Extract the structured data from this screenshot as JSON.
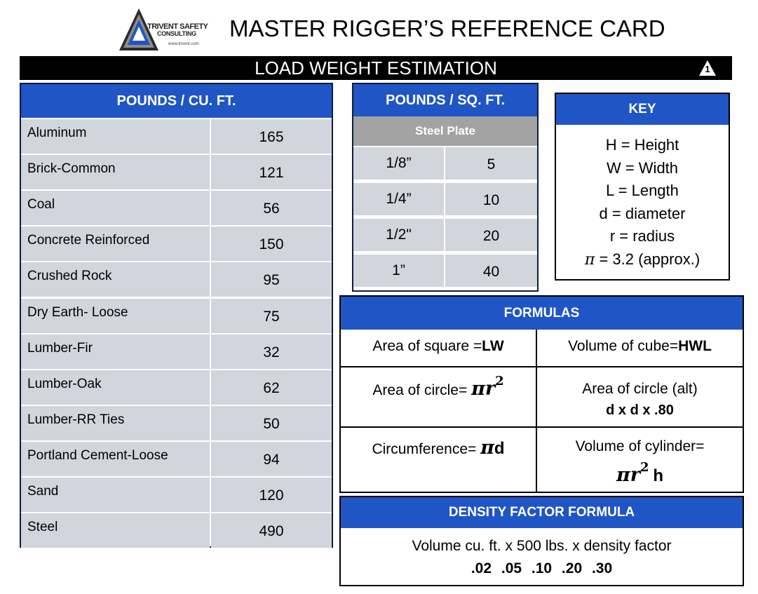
{
  "header": {
    "logo_brand_line1": "TRIVENT SAFETY",
    "logo_brand_line2": "CONSULTING",
    "logo_url": "www.trivent.com",
    "title": "MASTER RIGGER’S REFERENCE CARD"
  },
  "banner": {
    "title": "LOAD WEIGHT ESTIMATION",
    "badge": "1"
  },
  "pounds_cu_ft": {
    "heading": "POUNDS / CU. FT.",
    "rows": [
      {
        "material": "Aluminum",
        "value": "165"
      },
      {
        "material": "Brick-Common",
        "value": "121"
      },
      {
        "material": "Coal",
        "value": "56"
      },
      {
        "material": "Concrete Reinforced",
        "value": "150"
      },
      {
        "material": "Crushed Rock",
        "value": "95"
      },
      {
        "material": "Dry Earth- Loose",
        "value": "75"
      },
      {
        "material": "Lumber-Fir",
        "value": "32"
      },
      {
        "material": "Lumber-Oak",
        "value": "62"
      },
      {
        "material": "Lumber-RR Ties",
        "value": "50"
      },
      {
        "material": "Portland Cement-Loose",
        "value": "94"
      },
      {
        "material": "Sand",
        "value": "120"
      },
      {
        "material": "Steel",
        "value": "490"
      }
    ]
  },
  "pounds_sq_ft": {
    "heading": "POUNDS / SQ. FT.",
    "subheading": "Steel Plate",
    "rows": [
      {
        "thickness": "1/8”",
        "value": "5"
      },
      {
        "thickness": "1/4”",
        "value": "10"
      },
      {
        "thickness": "1/2\"",
        "value": "20"
      },
      {
        "thickness": "1”",
        "value": "40"
      }
    ]
  },
  "key": {
    "heading": "KEY",
    "items": [
      "H = Height",
      "W = Width",
      "L = Length",
      "d = diameter",
      "r = radius"
    ],
    "pi_symbol": "π",
    "pi_rest": "= 3.2 (approx.)"
  },
  "formulas": {
    "heading": "FORMULAS",
    "area_square_label": "Area of square =",
    "area_square_formula": "LW",
    "volume_cube_label": "Volume of cube=",
    "volume_cube_formula": "HWL",
    "area_circle_label": "Area of circle= ",
    "area_circle_formula": "πr",
    "area_circle_exp": "2",
    "area_circle_alt_label": "Area of circle (alt)",
    "area_circle_alt_formula": "d x d x .80",
    "circumference_label": "Circumference= ",
    "circumference_pi": "π",
    "circumference_var": "d",
    "volume_cylinder_label": "Volume of cylinder=",
    "volume_cylinder_formula": "πr",
    "volume_cylinder_exp": "2",
    "volume_cylinder_var": "h"
  },
  "density": {
    "heading": "DENSITY FACTOR FORMULA",
    "formula": "Volume cu. ft. x 500 lbs. x density factor",
    "factors": ".02 .05 .10 .20 .30"
  },
  "colors": {
    "header_blue": "#1f55c4",
    "cell_gray": "#d1d5dc",
    "subhead_gray": "#a3a3a3"
  }
}
